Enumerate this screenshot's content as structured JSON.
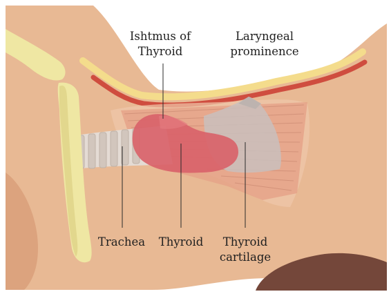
{
  "labels": {
    "isthmus": [
      "Ishtmus of",
      "Thyroid"
    ],
    "prominence": [
      "Laryngeal",
      "prominence"
    ],
    "trachea": "Trachea",
    "thyroid": "Thyroid",
    "cartilage": [
      "Thyroid",
      "cartilage"
    ]
  },
  "colors": {
    "skin": "#e8b994",
    "skin_shadow": "#d7a07c",
    "fat": "#f4dc8c",
    "muscle_band": "#cf4d3f",
    "bone": "#efe7a3",
    "bone_dark": "#d9cd7e",
    "hair": "#74473a",
    "thyroid": "#d9636a",
    "cartilage": "#c9c0bd",
    "trachea_ring": "#d8cdc6"
  }
}
